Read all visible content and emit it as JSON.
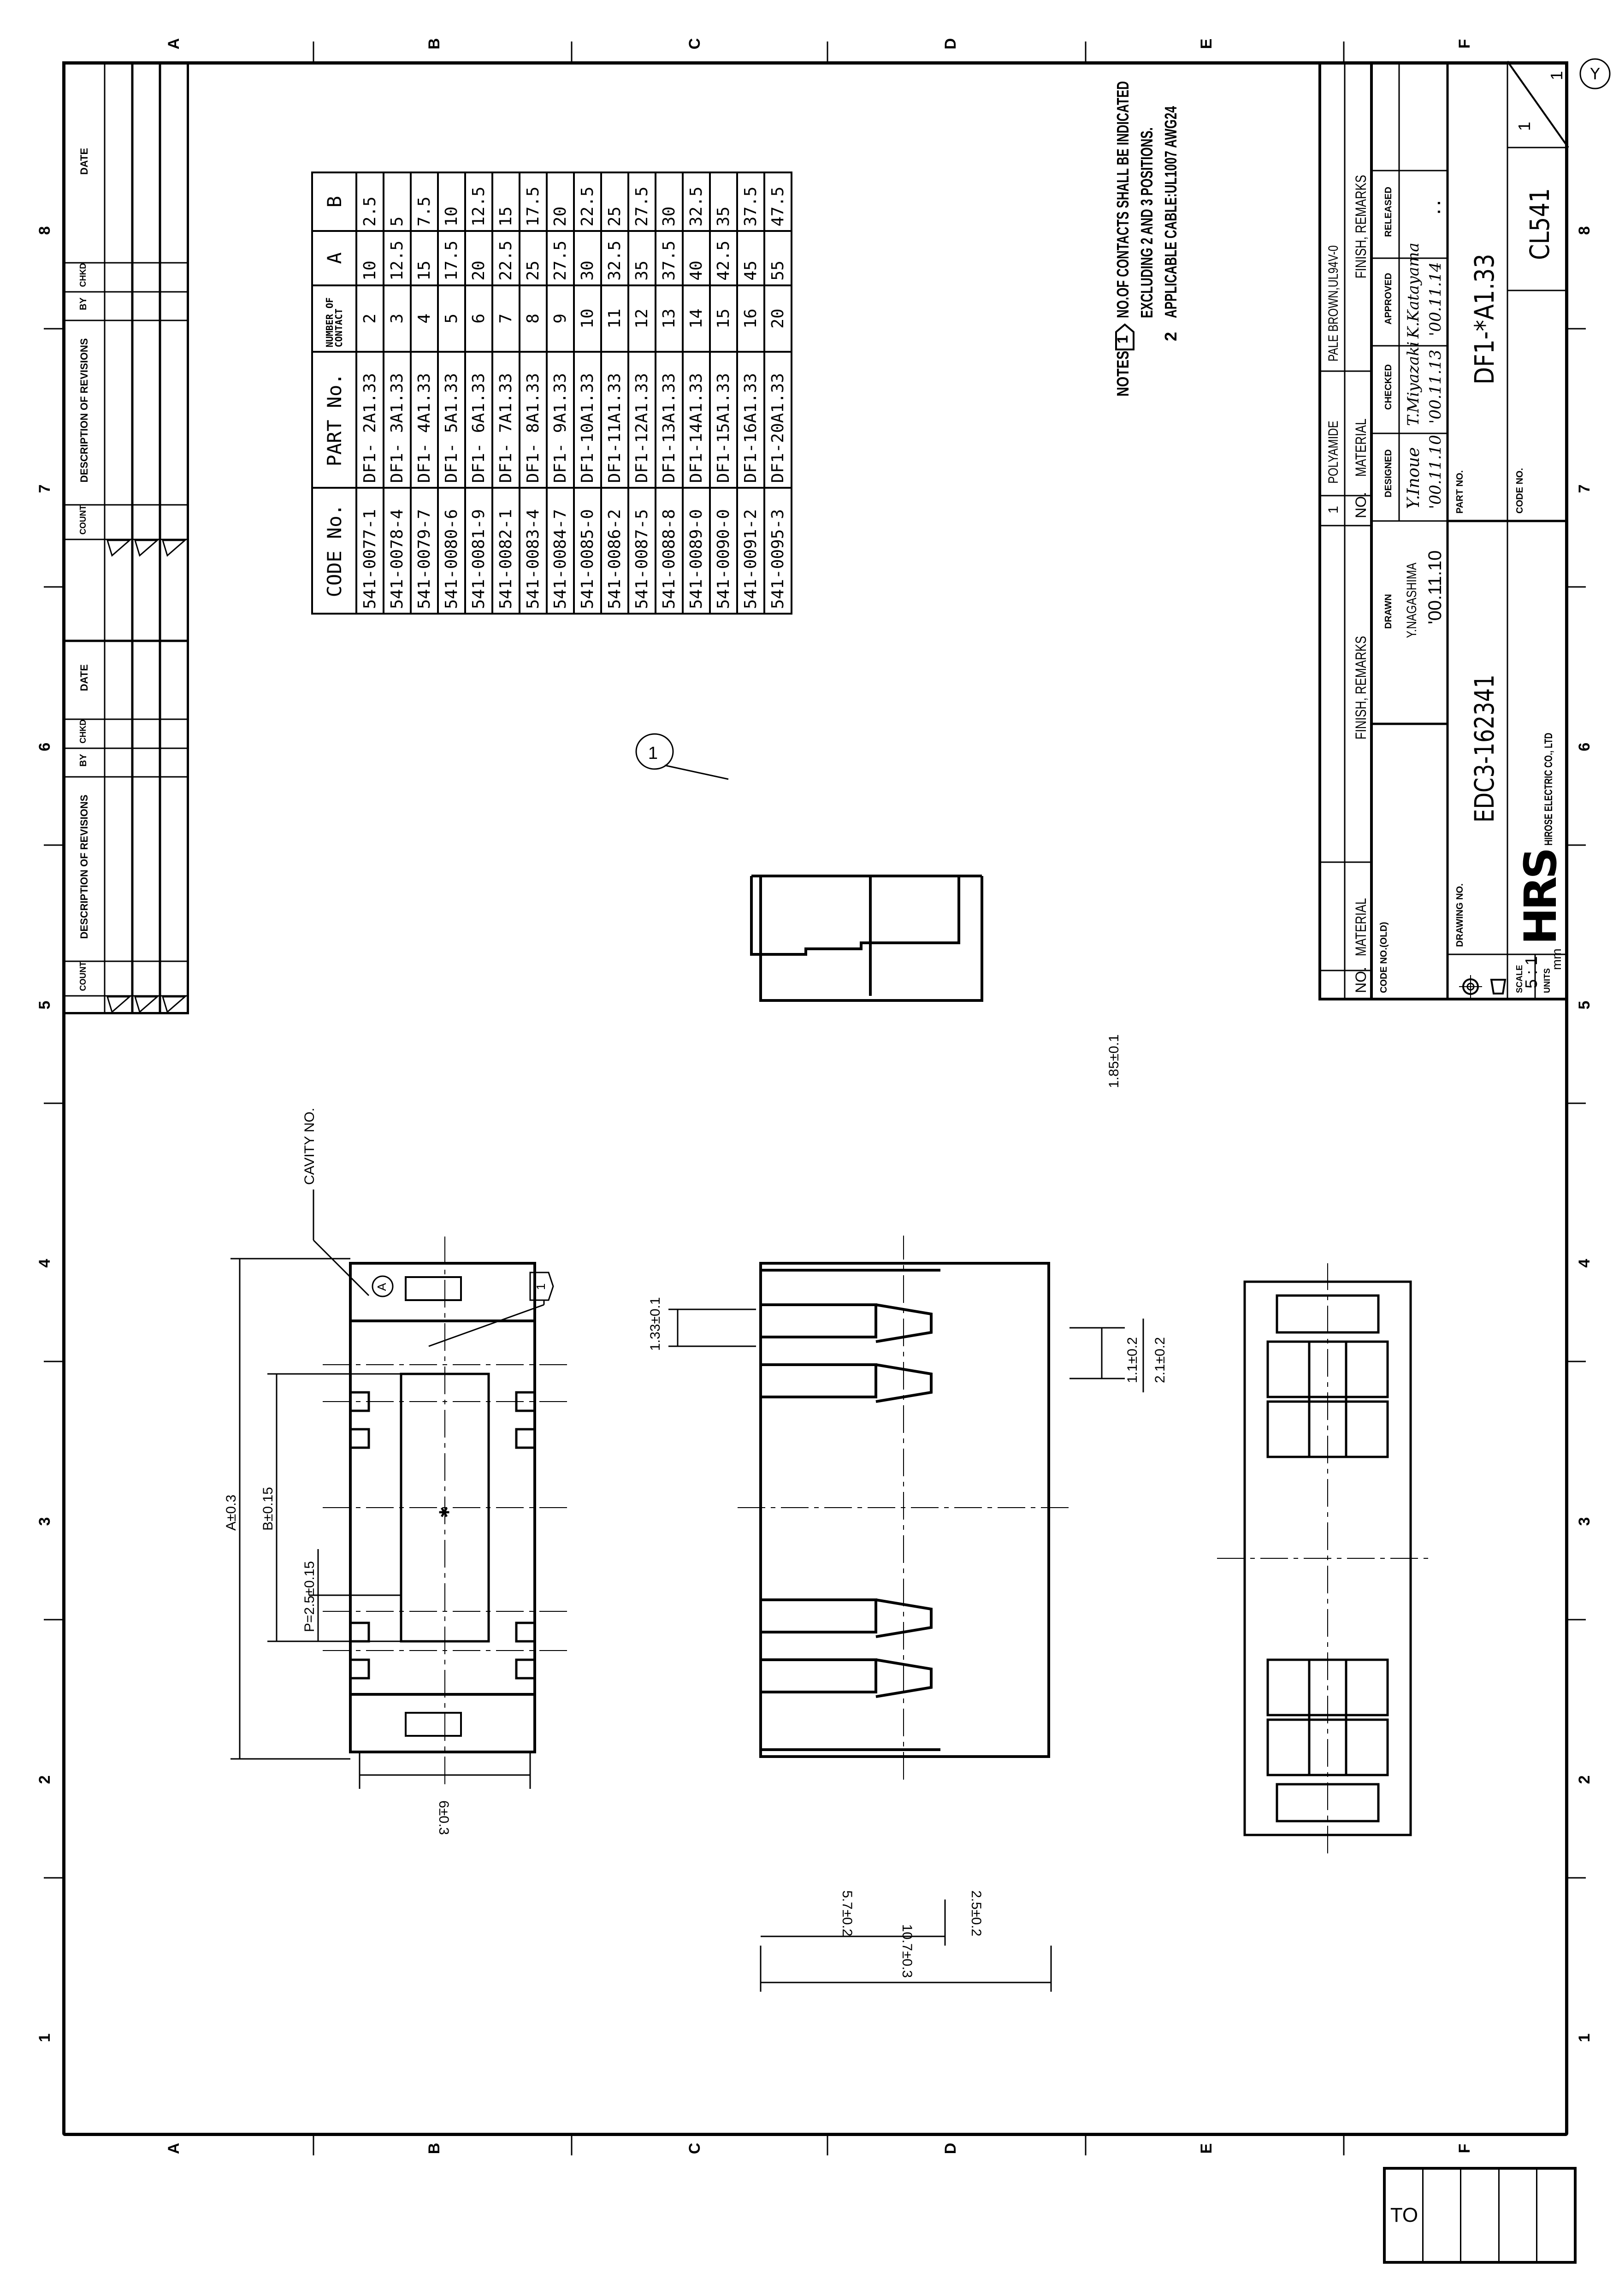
{
  "drawing": {
    "zones_horizontal": [
      "1",
      "2",
      "3",
      "4",
      "5",
      "6",
      "7",
      "8"
    ],
    "zones_vertical": [
      "A",
      "B",
      "C",
      "D",
      "E",
      "F"
    ],
    "revision_block": {
      "headers": [
        "COUNT",
        "DESCRIPTION OF REVISIONS",
        "BY",
        "CHKD",
        "DATE"
      ],
      "rows_per_group": 3,
      "date_placeholder": ". ."
    },
    "parts_table": {
      "headers": [
        "CODE No.",
        "PART No.",
        "NUMBER OF CONTACT",
        "A",
        "B"
      ],
      "rows": [
        [
          "541-0077-1",
          "DF1- 2A1.33",
          "2",
          "10",
          "2.5"
        ],
        [
          "541-0078-4",
          "DF1- 3A1.33",
          "3",
          "12.5",
          "5"
        ],
        [
          "541-0079-7",
          "DF1- 4A1.33",
          "4",
          "15",
          "7.5"
        ],
        [
          "541-0080-6",
          "DF1- 5A1.33",
          "5",
          "17.5",
          "10"
        ],
        [
          "541-0081-9",
          "DF1- 6A1.33",
          "6",
          "20",
          "12.5"
        ],
        [
          "541-0082-1",
          "DF1- 7A1.33",
          "7",
          "22.5",
          "15"
        ],
        [
          "541-0083-4",
          "DF1- 8A1.33",
          "8",
          "25",
          "17.5"
        ],
        [
          "541-0084-7",
          "DF1- 9A1.33",
          "9",
          "27.5",
          "20"
        ],
        [
          "541-0085-0",
          "DF1-10A1.33",
          "10",
          "30",
          "22.5"
        ],
        [
          "541-0086-2",
          "DF1-11A1.33",
          "11",
          "32.5",
          "25"
        ],
        [
          "541-0087-5",
          "DF1-12A1.33",
          "12",
          "35",
          "27.5"
        ],
        [
          "541-0088-8",
          "DF1-13A1.33",
          "13",
          "37.5",
          "30"
        ],
        [
          "541-0089-0",
          "DF1-14A1.33",
          "14",
          "40",
          "32.5"
        ],
        [
          "541-0090-0",
          "DF1-15A1.33",
          "15",
          "42.5",
          "35"
        ],
        [
          "541-0091-2",
          "DF1-16A1.33",
          "16",
          "45",
          "37.5"
        ],
        [
          "541-0095-3",
          "DF1-20A1.33",
          "20",
          "55",
          "47.5"
        ]
      ]
    },
    "notes": {
      "label": "NOTES",
      "note1_marker": "1",
      "note1_line1": "NO.OF CONTACTS SHALL BE INDICATED",
      "note1_line2": "EXCLUDING 2 AND 3 POSITIONS.",
      "note2_marker": "2",
      "note2_text": "APPLICABLE CABLE:UL1007 AWG24"
    },
    "views": {
      "balloon": "1",
      "cavity_label": "CAVITY NO.",
      "cavity_marker": "A",
      "note_flag": "1",
      "dims": {
        "a": "A±0.3",
        "b": "B±0.15",
        "p": "P=2.5±0.15",
        "w6": "6±0.3",
        "d185": "1.85±0.1",
        "d133": "1.33±0.1",
        "d11": "1.1±0.2",
        "d21": "2.1±0.2",
        "d57": "5.7±0.2",
        "d25": "2.5±0.2",
        "d107": "10.7±0.3"
      }
    },
    "title_block": {
      "material_rows": [
        {
          "no": "1",
          "material": "POLYAMIDE",
          "finish": "PALE BROWN,UL94V-0"
        }
      ],
      "hdr_no": "NO.",
      "hdr_material": "MATERIAL",
      "hdr_finish": "FINISH, REMARKS",
      "code_no_old_label": "CODE NO.(OLD)",
      "drawn_label": "DRAWN",
      "designed_label": "DESIGNED",
      "checked_label": "CHECKED",
      "approved_label": "APPROVED",
      "released_label": "RELEASED",
      "drawn_name": "Y.NAGASHIMA",
      "designed_name": "Y.Inoue",
      "checked_name": "T.Miyazaki",
      "approved_name": "K.Katayama",
      "drawn_date": "'00.11.10",
      "designed_date": "'00.11.10",
      "checked_date": "'00.11.13",
      "approved_date": "'00.11.14",
      "released_date": ". .",
      "drawing_no_label": "DRAWING NO.",
      "drawing_no": "EDC3-162341",
      "part_no_label": "PART NO.",
      "part_no": "DF1-*A1.33",
      "code_no_label": "CODE NO.",
      "code_no": "CL541",
      "scale_label": "SCALE",
      "scale": "5 : 1",
      "units_label": "UNITS",
      "units": "mm",
      "company_logo": "HRS",
      "company_name": "HIROSE ELECTRIC CO., LTD",
      "sheet": "1",
      "sheet_total": "1"
    },
    "to_box": {
      "label": "TO"
    }
  }
}
